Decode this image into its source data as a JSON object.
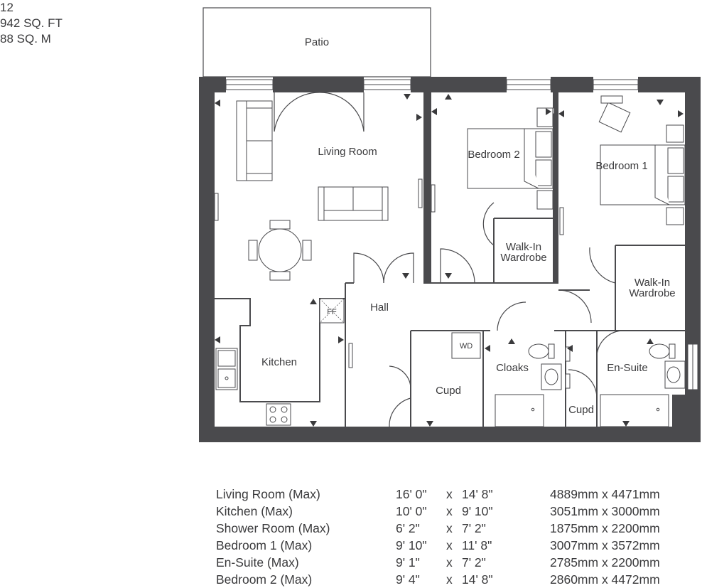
{
  "header": {
    "plot_number": "12",
    "area_sqft": "942 SQ. FT",
    "area_sqm": "88 SQ. M"
  },
  "rooms": {
    "patio": "Patio",
    "living_room": "Living Room",
    "bedroom_2": "Bedroom 2",
    "bedroom_1": "Bedroom 1",
    "walk_in_wardrobe_1": [
      "Walk-In",
      "Wardrobe"
    ],
    "walk_in_wardrobe_2": [
      "Walk-In",
      "Wardrobe"
    ],
    "kitchen": "Kitchen",
    "hall": "Hall",
    "fridge_freezer": "FF",
    "washer_dryer": "WD",
    "cupd_1": "Cupd",
    "cupd_2": "Cupd",
    "cloaks": "Cloaks",
    "en_suite": "En-Suite"
  },
  "schedule": [
    {
      "name": "Living Room (Max)",
      "imperial_w": "16' 0\"",
      "x": "x",
      "imperial_l": "14' 8\"",
      "metric": "4889mm x 4471mm"
    },
    {
      "name": "Kitchen (Max)",
      "imperial_w": "10' 0\"",
      "x": "x",
      "imperial_l": "9' 10\"",
      "metric": "3051mm x 3000mm"
    },
    {
      "name": "Shower Room (Max)",
      "imperial_w": "6' 2\"",
      "x": "x",
      "imperial_l": "7' 2\"",
      "metric": "1875mm x 2200mm"
    },
    {
      "name": "Bedroom 1 (Max)",
      "imperial_w": "9' 10\"",
      "x": "x",
      "imperial_l": "11' 8\"",
      "metric": "3007mm x 3572mm"
    },
    {
      "name": "En-Suite (Max)",
      "imperial_w": "9' 1\"",
      "x": "x",
      "imperial_l": "7' 2\"",
      "metric": "2785mm x 2200mm"
    },
    {
      "name": "Bedroom 2 (Max)",
      "imperial_w": "9' 4\"",
      "x": "x",
      "imperial_l": "14' 8\"",
      "metric": "2860mm x 4472mm"
    }
  ],
  "colors": {
    "wall": "#4a4a4d",
    "line": "#4a4a4d",
    "text": "#3a3a3c"
  }
}
